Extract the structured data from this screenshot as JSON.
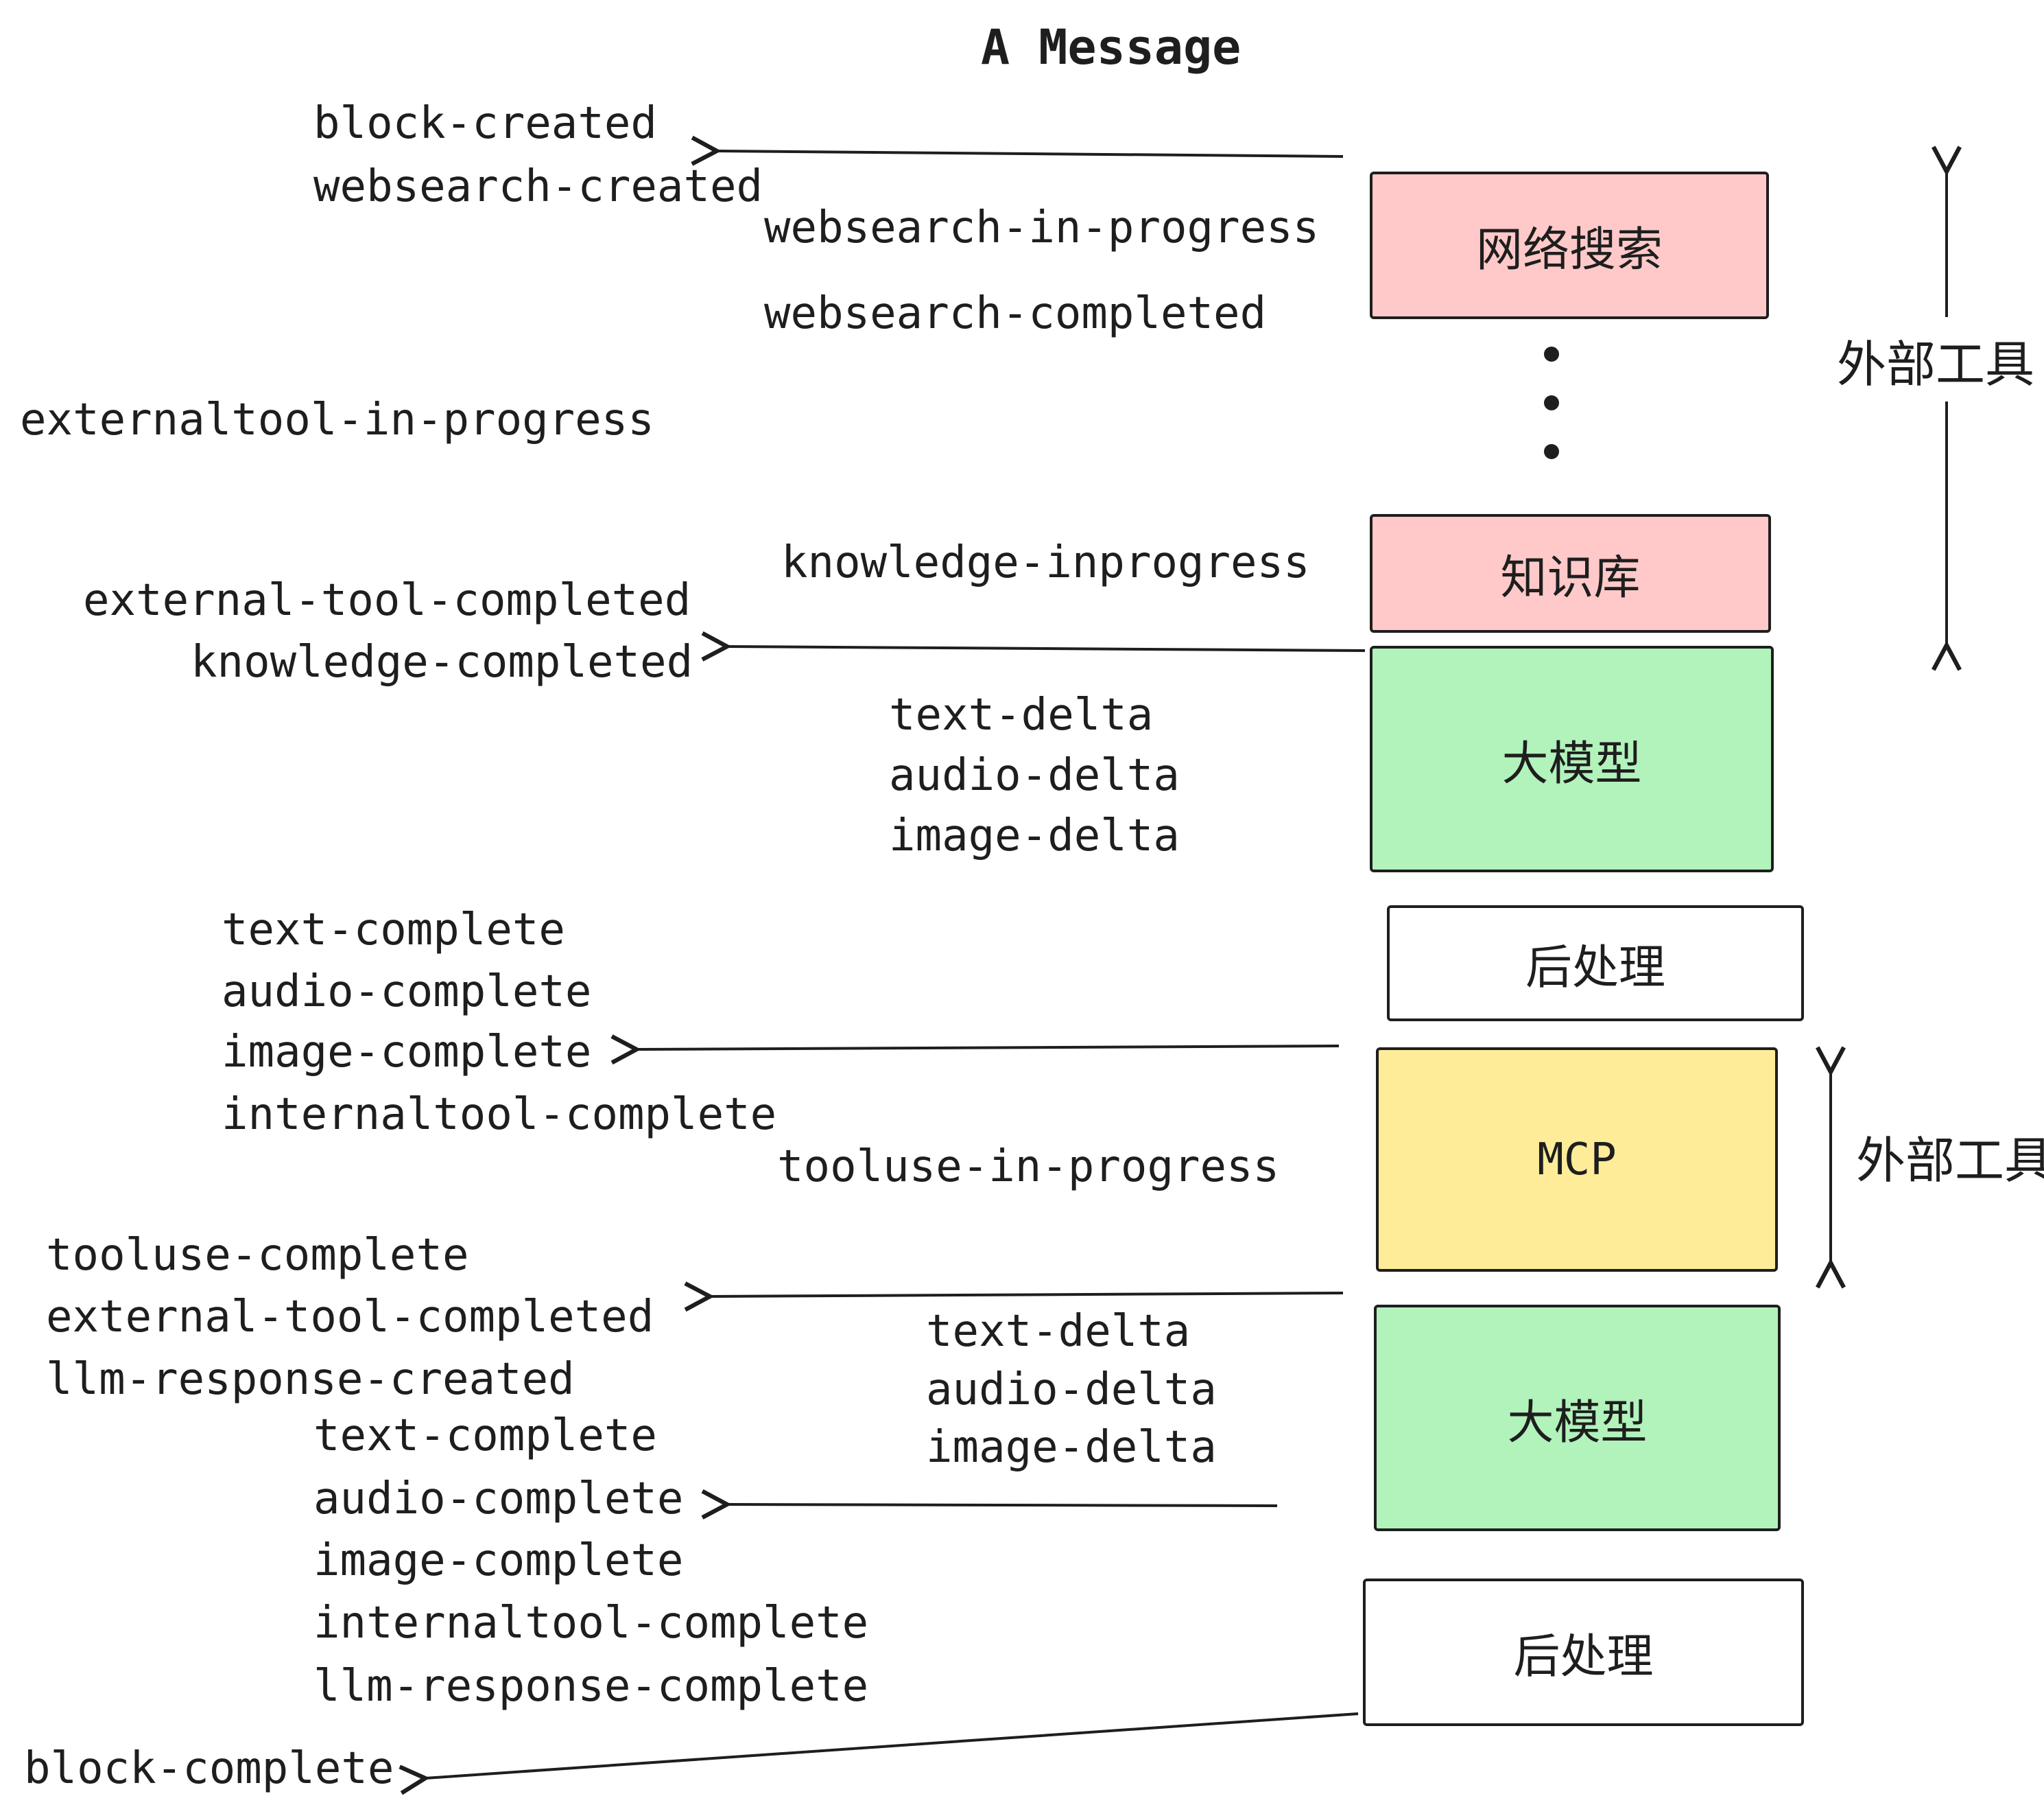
{
  "title": "A Message",
  "events": {
    "block_created": "block-created",
    "websearch_created": "websearch-created",
    "websearch_in_progress": "websearch-in-progress",
    "websearch_completed": "websearch-completed",
    "externaltool_in_progress": "externaltool-in-progress",
    "knowledge_inprogress": "knowledge-inprogress",
    "external_tool_completed": "external-tool-completed",
    "knowledge_completed": "knowledge-completed",
    "text_delta": "text-delta",
    "audio_delta": "audio-delta",
    "image_delta": "image-delta",
    "text_complete": "text-complete",
    "audio_complete": "audio-complete",
    "image_complete": "image-complete",
    "internaltool_complete": "internaltool-complete",
    "tooluse_in_progress": "tooluse-in-progress",
    "tooluse_complete": "tooluse-complete",
    "llm_response_created": "llm-response-created",
    "llm_response_complete": "llm-response-complete",
    "block_complete": "block-complete"
  },
  "boxes": {
    "websearch": "网络搜索",
    "knowledge": "知识库",
    "llm": "大模型",
    "post": "后处理",
    "mcp": "MCP"
  },
  "side_labels": {
    "external_tool": "外部工具"
  },
  "colors": {
    "pink": "#ffc9c9",
    "green": "#b2f2bb",
    "yellow": "#ffec99",
    "white": "#ffffff",
    "stroke": "#1e1e1e"
  }
}
